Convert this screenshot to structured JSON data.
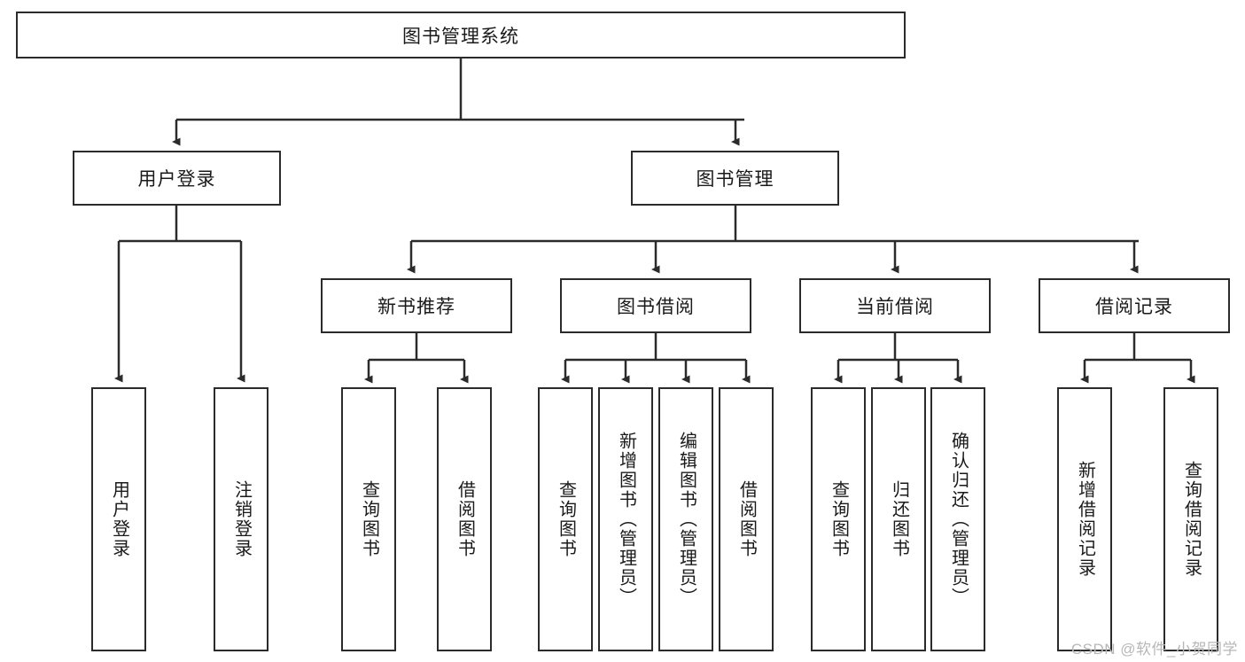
{
  "diagram": {
    "title": "图书管理系统",
    "type": "tree-hierarchy",
    "watermark": "CSDN @软件_小贺同学",
    "colors": {
      "stroke": "#2b2b2b",
      "fill": "#ffffff",
      "text": "#1a1a1a",
      "watermark": "#b7b7b7"
    },
    "nodes": {
      "root": {
        "label": "图书管理系统"
      },
      "level1": [
        {
          "label": "用户登录"
        },
        {
          "label": "图书管理"
        }
      ],
      "level2": [
        {
          "label": "新书推荐"
        },
        {
          "label": "图书借阅"
        },
        {
          "label": "当前借阅"
        },
        {
          "label": "借阅记录"
        }
      ],
      "leaves_user_login": [
        {
          "label": "用户登录"
        },
        {
          "label": "注销登录"
        }
      ],
      "leaves_new_book": [
        {
          "label": "查询图书"
        },
        {
          "label": "借阅图书"
        }
      ],
      "leaves_borrow": [
        {
          "label": "查询图书"
        },
        {
          "label": "新增图书（管理员）"
        },
        {
          "label": "编辑图书（管理员）"
        },
        {
          "label": "借阅图书"
        }
      ],
      "leaves_current": [
        {
          "label": "查询图书"
        },
        {
          "label": "归还图书"
        },
        {
          "label": "确认归还（管理员）"
        }
      ],
      "leaves_records": [
        {
          "label": "新增借阅记录"
        },
        {
          "label": "查询借阅记录"
        }
      ]
    }
  }
}
